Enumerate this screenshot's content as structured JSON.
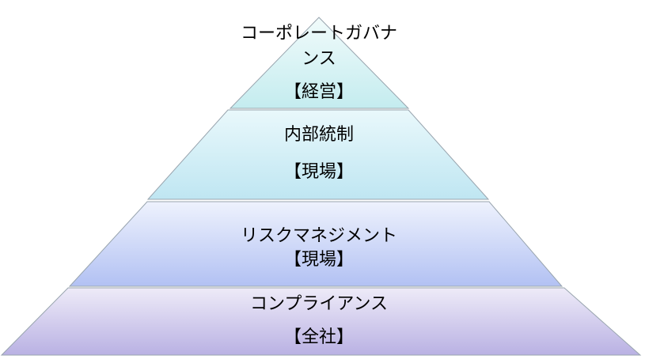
{
  "pyramid": {
    "layers": [
      {
        "name": "コーポレートガバナンス",
        "name_lines": [
          "コーポレートガバナ",
          "ンス"
        ],
        "scope": "【経営】",
        "fill_top": "#f1fbfb",
        "fill_bottom": "#c4ecef"
      },
      {
        "name": "内部統制",
        "scope": "【現場】",
        "fill_top": "#e9f8fb",
        "fill_bottom": "#bfe6f2"
      },
      {
        "name": "リスクマネジメント",
        "scope": "【現場】",
        "fill_top": "#eef2fd",
        "fill_bottom": "#b2c1f3"
      },
      {
        "name": "コンプライアンス",
        "scope": "【全社】",
        "fill_top": "#eeebf8",
        "fill_bottom": "#b9b1e3"
      }
    ],
    "outline_color": "#98a4ae"
  }
}
